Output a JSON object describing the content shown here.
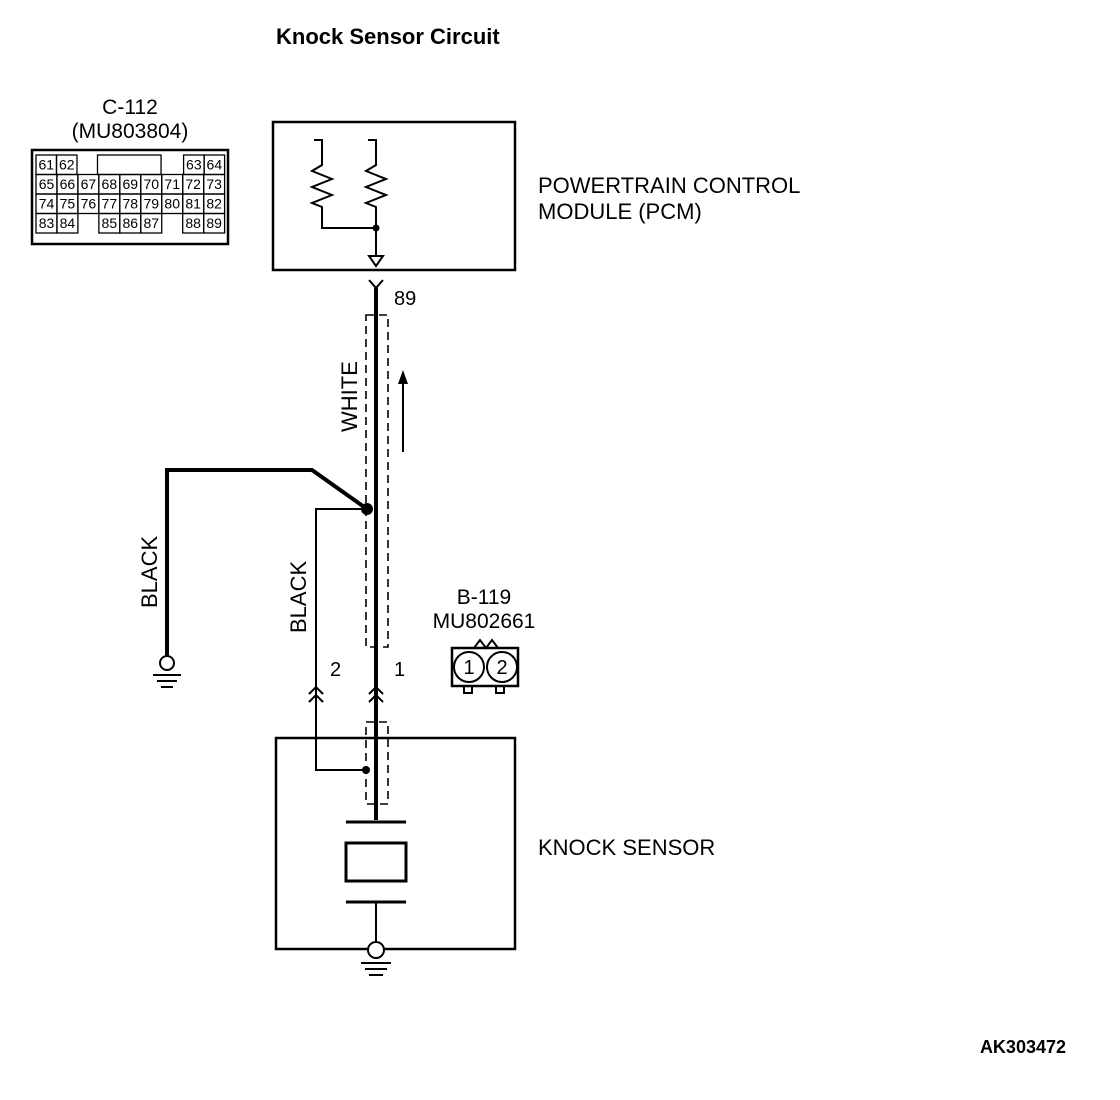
{
  "title": "Knock Sensor Circuit",
  "connector_c112": {
    "id": "C-112",
    "part": "(MU803804)",
    "rows": [
      [
        "61",
        "62",
        "",
        "",
        "",
        "",
        "",
        "",
        "63",
        "64"
      ],
      [
        "65",
        "66",
        "67",
        "68",
        "69",
        "70",
        "71",
        "72",
        "73"
      ],
      [
        "74",
        "75",
        "76",
        "77",
        "78",
        "79",
        "80",
        "81",
        "82"
      ],
      [
        "83",
        "84",
        "",
        "85",
        "86",
        "87",
        "",
        "88",
        "89"
      ]
    ]
  },
  "pcm": {
    "label_line1": "POWERTRAIN CONTROL",
    "label_line2": "MODULE (PCM)",
    "pin": "89"
  },
  "wires": {
    "signal_color": "WHITE",
    "ground_left_color": "BLACK",
    "ground_right_color": "BLACK",
    "pin1": "1",
    "pin2": "2"
  },
  "connector_b119": {
    "id": "B-119",
    "part": "MU802661",
    "pins": [
      "1",
      "2"
    ]
  },
  "knock_sensor": {
    "label": "KNOCK SENSOR"
  },
  "reference": "AK303472"
}
